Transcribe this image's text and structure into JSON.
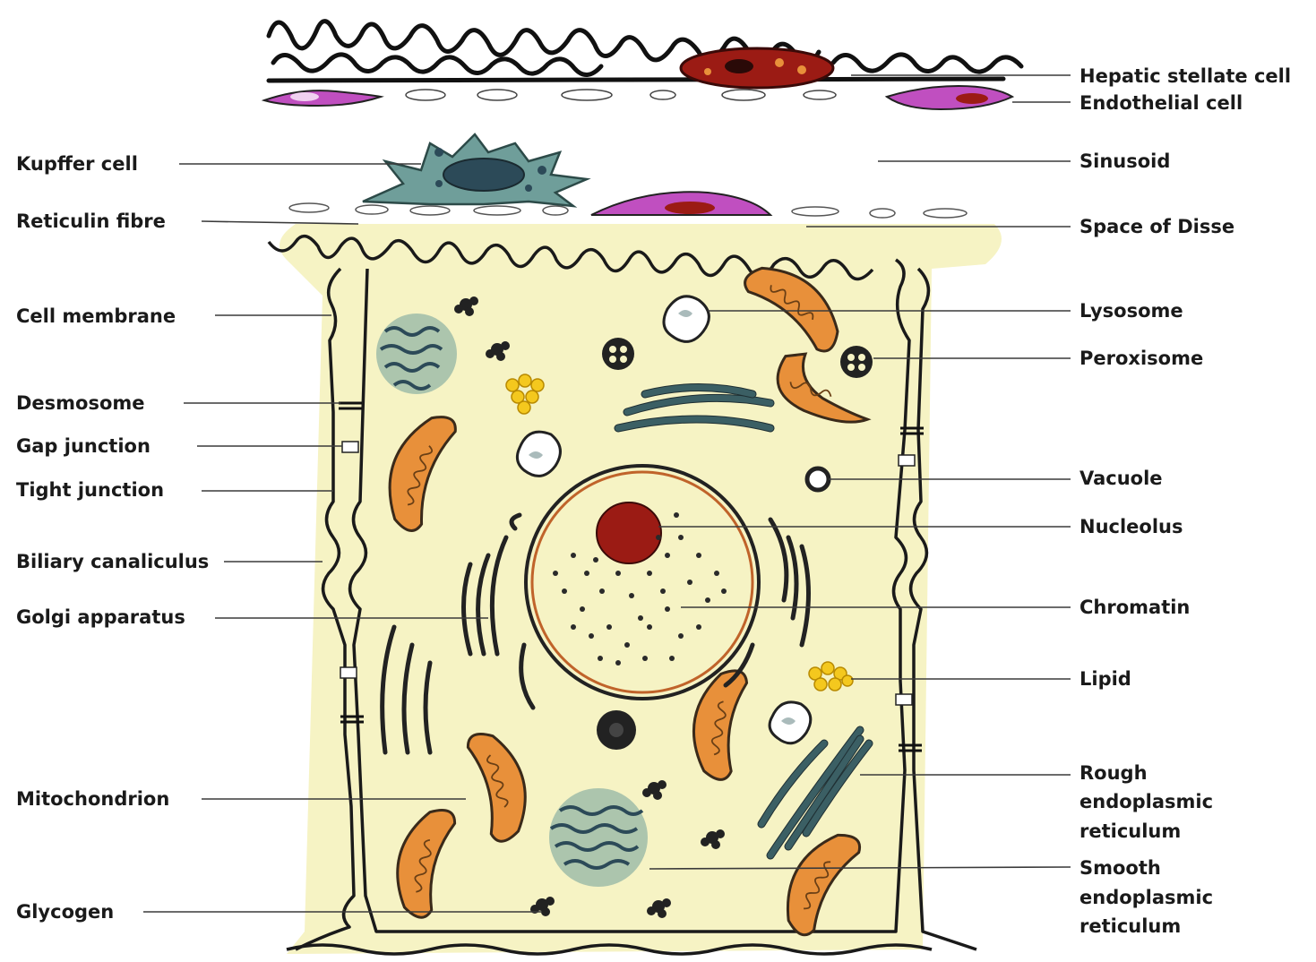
{
  "labels": {
    "hepatic_stellate_cell": "Hepatic stellate cell",
    "endothelial_cell": "Endothelial cell",
    "kupffer_cell": "Kupffer cell",
    "sinusoid": "Sinusoid",
    "reticulin_fibre": "Reticulin fibre",
    "space_of_disse": "Space of Disse",
    "cell_membrane": "Cell membrane",
    "lysosome": "Lysosome",
    "peroxisome": "Peroxisome",
    "desmosome": "Desmosome",
    "gap_junction": "Gap junction",
    "tight_junction": "Tight junction",
    "vacuole": "Vacuole",
    "nucleolus": "Nucleolus",
    "biliary_canaliculus": "Biliary canaliculus",
    "golgi_apparatus": "Golgi apparatus",
    "chromatin": "Chromatin",
    "lipid": "Lipid",
    "mitochondrion": "Mitochondrion",
    "rough_er": [
      "Rough",
      "endoplasmic",
      "reticulum"
    ],
    "smooth_er": [
      "Smooth",
      "endoplasmic",
      "reticulum"
    ],
    "glycogen": "Glycogen"
  },
  "colors": {
    "cytoplasm": "#f6f3c4",
    "mitochondrion": "#e8903a",
    "nucleolus": "#9b1b14",
    "er": "#3b5f64",
    "kupffer": "#6f9e9a",
    "endothelial": "#c04fc0",
    "lipid": "#f4c81e"
  }
}
